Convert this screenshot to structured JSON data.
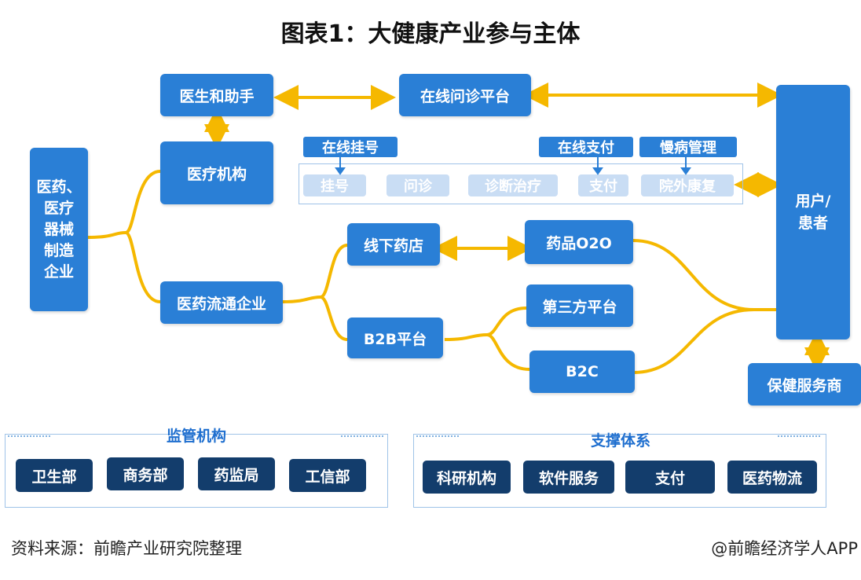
{
  "title": "图表1：大健康产业参与主体",
  "nodes": {
    "doctor": "医生和助手",
    "online_consult": "在线问诊平台",
    "medical_institution": "医疗机构",
    "manufacturer": "医药、\n医疗\n器械\n制造\n企业",
    "pharma_distribution": "医药流通企业",
    "offline_pharmacy": "线下药店",
    "drug_o2o": "药品O2O",
    "third_party": "第三方平台",
    "b2b": "B2B平台",
    "b2c": "B2C",
    "user_patient": "用户/\n患者",
    "health_service": "保健服务商"
  },
  "process": {
    "labels": [
      "在线挂号",
      "在线支付",
      "慢病管理"
    ],
    "steps": [
      "挂号",
      "问诊",
      "诊断治疗",
      "支付",
      "院外康复"
    ]
  },
  "regulators": {
    "title": "监管机构",
    "items": [
      "卫生部",
      "商务部",
      "药监局",
      "工信部"
    ]
  },
  "support": {
    "title": "支撑体系",
    "items": [
      "科研机构",
      "软件服务",
      "支付",
      "医药物流"
    ]
  },
  "footer": {
    "source": "资料来源：前瞻产业研究院整理",
    "credit": "@前瞻经济学人APP"
  },
  "colors": {
    "node_blue": "#2a7fd6",
    "dark_navy": "#133d6c",
    "connector_gold": "#f5b800",
    "pill_light": "#c9ddf4"
  }
}
